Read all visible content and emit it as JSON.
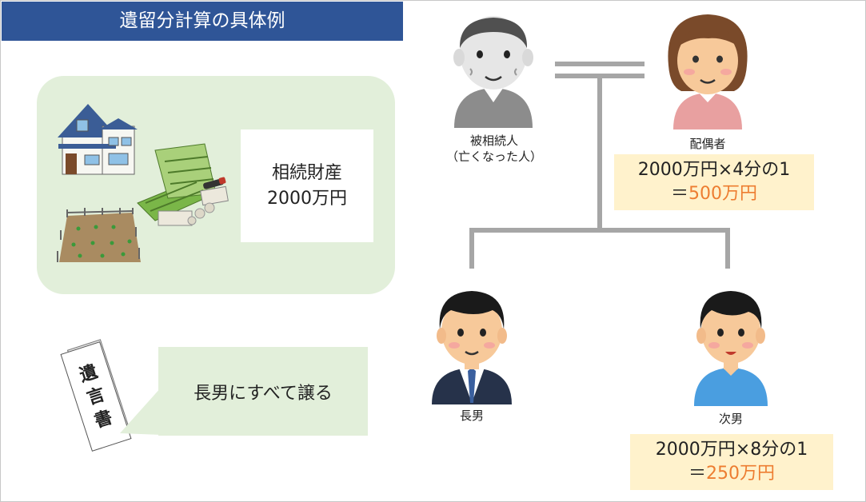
{
  "title": "遺留分計算の具体例",
  "estate": {
    "line1": "相続財産",
    "line2": "2000万円"
  },
  "will": {
    "label": "遺・言・書",
    "chars": [
      "遺",
      "言",
      "書"
    ],
    "speech": "長男にすべて譲る"
  },
  "people": {
    "deceased": {
      "line1": "被相続人",
      "line2": "（亡くなった人）"
    },
    "spouse": {
      "label": "配偶者",
      "formula": "2000万円×4分の1",
      "eq": "＝",
      "amount": "500万円"
    },
    "eldest_son": {
      "label": "長男"
    },
    "second_son": {
      "label": "次男",
      "formula": "2000万円×8分の1",
      "eq": "＝",
      "amount": "250万円"
    }
  },
  "colors": {
    "title_bg": "#2f5597",
    "panel_green": "#e2efda",
    "share_bg": "#fff2cc",
    "accent_orange": "#ed7d31",
    "line_gray": "#a6a6a6"
  },
  "icons": [
    "house-icon",
    "bankbook-icon",
    "money-icon",
    "land-icon",
    "will-document-icon",
    "elderly-man-icon",
    "elderly-woman-icon",
    "man-suit-icon",
    "boy-icon"
  ]
}
